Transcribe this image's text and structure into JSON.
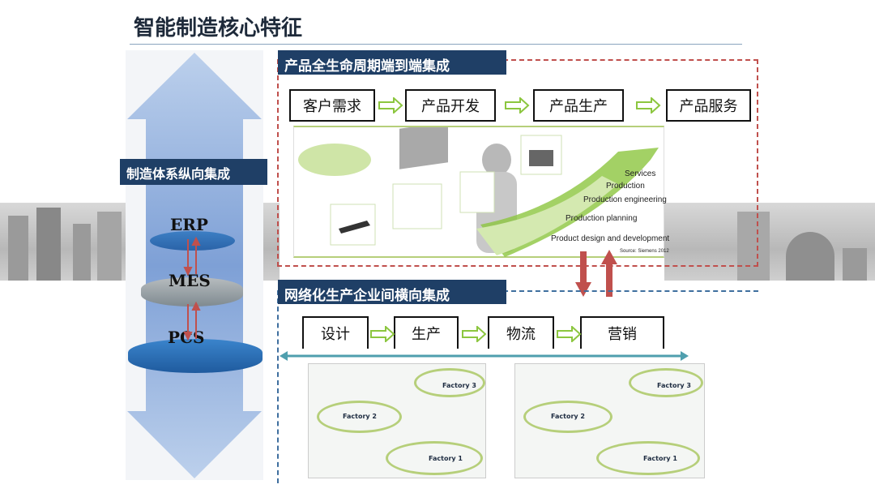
{
  "title": "智能制造核心特征",
  "vertical": {
    "label": "制造体系纵向集成",
    "layers": [
      "ERP",
      "MES",
      "PCS"
    ]
  },
  "lifecycle": {
    "header": "产品全生命周期端到端集成",
    "steps": [
      "客户需求",
      "产品开发",
      "产品生产",
      "产品服务"
    ],
    "stages": [
      "Services",
      "Production",
      "Production engineering",
      "Production planning",
      "Product design and development"
    ],
    "source": "Source: Siemens 2012"
  },
  "network": {
    "header": "网络化生产企业间横向集成",
    "steps": [
      "设计",
      "生产",
      "物流",
      "营销"
    ],
    "factory_labels": [
      "Factory 1",
      "Factory 2",
      "Factory 3"
    ]
  },
  "colors": {
    "navy": "#1f3f66",
    "red": "#c0504d",
    "green": "#8cc63f",
    "teal": "#4f9fae"
  }
}
